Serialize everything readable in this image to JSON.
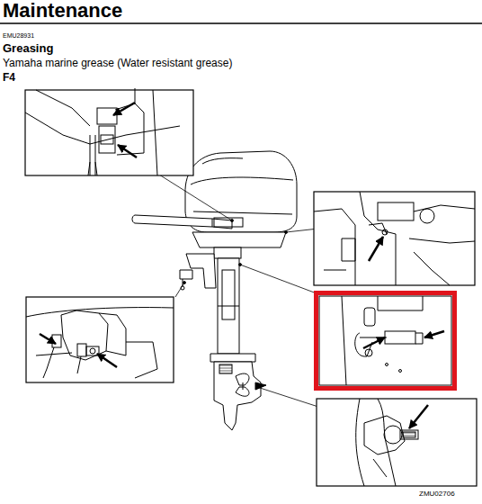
{
  "diagram": {
    "title": "Maintenance",
    "labels": [
      "EMU28931",
      "Greasing",
      "Yamaha marine grease (Water resistant grease)",
      "F4",
      "ZMU02706"
    ]
  }
}
